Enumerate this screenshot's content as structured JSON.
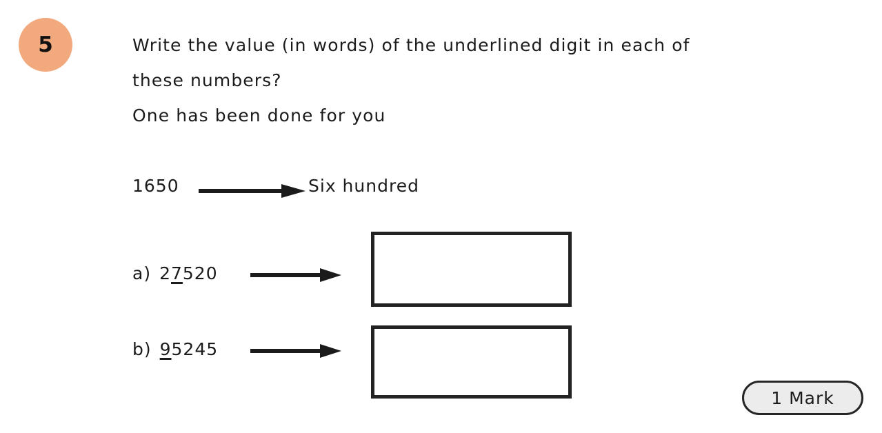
{
  "question": {
    "number": "5",
    "badge_color": "#f2a97e",
    "prompt_lines": [
      "Write the value (in words) of the underlined digit in each of",
      "these numbers?",
      "One has been done for you"
    ]
  },
  "example": {
    "number": "1650",
    "underlined_digit": "",
    "arrow": "right-arrow",
    "answer": "Six hundred"
  },
  "parts": [
    {
      "label": "a)",
      "number_before": "2",
      "number_underlined": "7",
      "number_after": "520",
      "number_full": "27520",
      "arrow": "right-arrow",
      "answer": ""
    },
    {
      "label": "b)",
      "number_before": "",
      "number_underlined": "9",
      "number_after": "5245",
      "number_full": "95245",
      "arrow": "right-arrow",
      "answer": ""
    }
  ],
  "marks": {
    "label": "1 Mark",
    "fill_color": "#ececec",
    "border_color": "#262626"
  },
  "colors": {
    "ink": "#1b1b1b",
    "box_border": "#232323",
    "page_background": "#ffffff"
  }
}
